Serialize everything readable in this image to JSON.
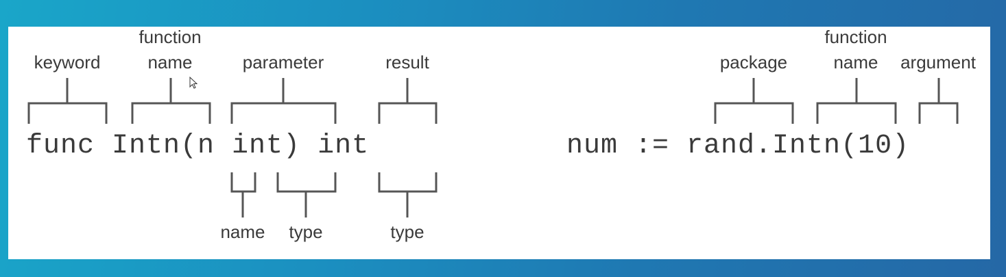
{
  "left_example": {
    "code": "func Intn(n int) int",
    "labels": {
      "keyword": "keyword",
      "function_name_line1": "function",
      "function_name_line2": "name",
      "parameter": "parameter",
      "result": "result",
      "param_name": "name",
      "param_type": "type",
      "result_type": "type"
    }
  },
  "right_example": {
    "code": "num := rand.Intn(10)",
    "labels": {
      "package": "package",
      "function_name_line1": "function",
      "function_name_line2": "name",
      "argument": "argument"
    }
  },
  "colors": {
    "background_start": "#1aa6c9",
    "background_end": "#2568a6",
    "panel": "#ffffff",
    "text": "#3a3a3a",
    "bracket": "#555555"
  }
}
